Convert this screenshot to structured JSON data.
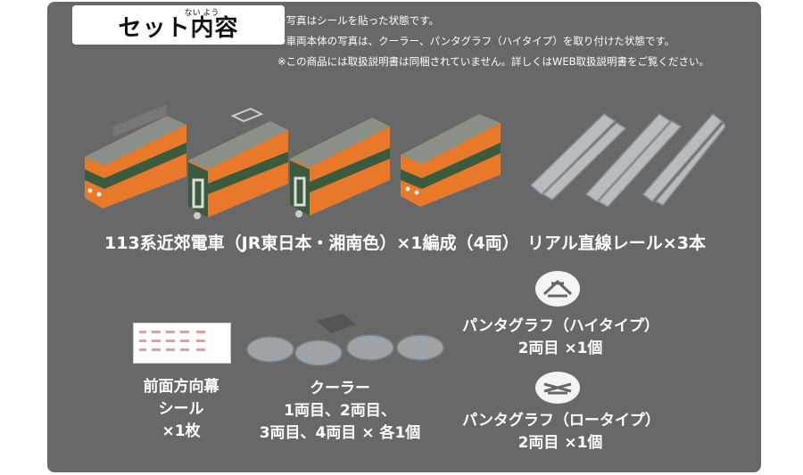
{
  "header": {
    "title": "セット内容",
    "title_ruby": "ない よう"
  },
  "notes": [
    "※写真はシールを貼った状態です。",
    "※車両本体の写真は、クーラー、パンタグラフ（ハイタイプ）を取り付けた状態です。",
    "※この商品には取扱説明書は同梱されていません。詳しくはWEB取扱説明書をご覧ください。"
  ],
  "items": {
    "train_set": "113系近郊電車（JR東日本・湘南色）×1編成（4両）",
    "rails": "リアル直線レール×3本",
    "pantograph_high": {
      "line1": "パンタグラフ（ハイタイプ）",
      "line2": "2両目 ×1個"
    },
    "pantograph_low": {
      "line1": "パンタグラフ（ロータイプ）",
      "line2": "2両目 ×1個"
    },
    "sticker": {
      "line1": "前面方向幕",
      "line2": "シール",
      "line3": "×1枚"
    },
    "cooler": {
      "line1": "クーラー",
      "line2": "1両目、2両目、",
      "line3": "3両目、4両目 × 各1個"
    }
  },
  "colors": {
    "panel": "#686868",
    "train_orange": "#e8782a",
    "train_green": "#3b5a3e",
    "roof_gray": "#8a9088",
    "rail_gray": "#b8bcc0"
  }
}
